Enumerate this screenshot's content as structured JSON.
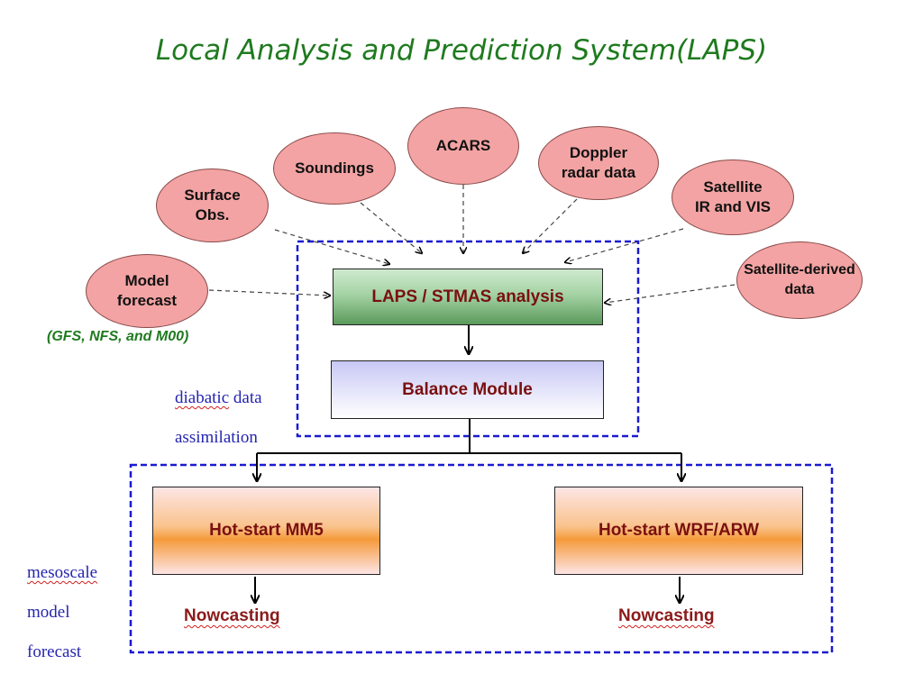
{
  "title": "Local Analysis and Prediction System(LAPS)",
  "sources": {
    "model_forecast": "Model\nforecast",
    "surface_obs": "Surface\nObs.",
    "soundings": "Soundings",
    "acars": "ACARS",
    "doppler": "Doppler\nradar data",
    "satellite_ir_vis": "Satellite\nIR and VIS",
    "satellite_derived": "Satellite-derived\ndata"
  },
  "model_note": "(GFS, NFS, and M00)",
  "boxes": {
    "laps_analysis": "LAPS / STMAS  analysis",
    "balance_module": "Balance Module",
    "hot_start_mm5": "Hot-start MM5",
    "hot_start_wrf": "Hot-start WRF/ARW"
  },
  "labels": {
    "diabatic_word": "diabatic",
    "diabatic_rest": " data",
    "assimilation": "assimilation",
    "mesoscale": "mesoscale",
    "model": "model",
    "forecast": "forecast"
  },
  "outputs": {
    "nowcasting_left": "Nowcasting",
    "nowcasting_right": "Nowcasting"
  },
  "colors": {
    "title": "#1f7a1f",
    "oval_fill": "#f3a3a3",
    "group_border": "#1a1ad0",
    "box_text": "#7a1010",
    "note_text": "#2424b0"
  }
}
